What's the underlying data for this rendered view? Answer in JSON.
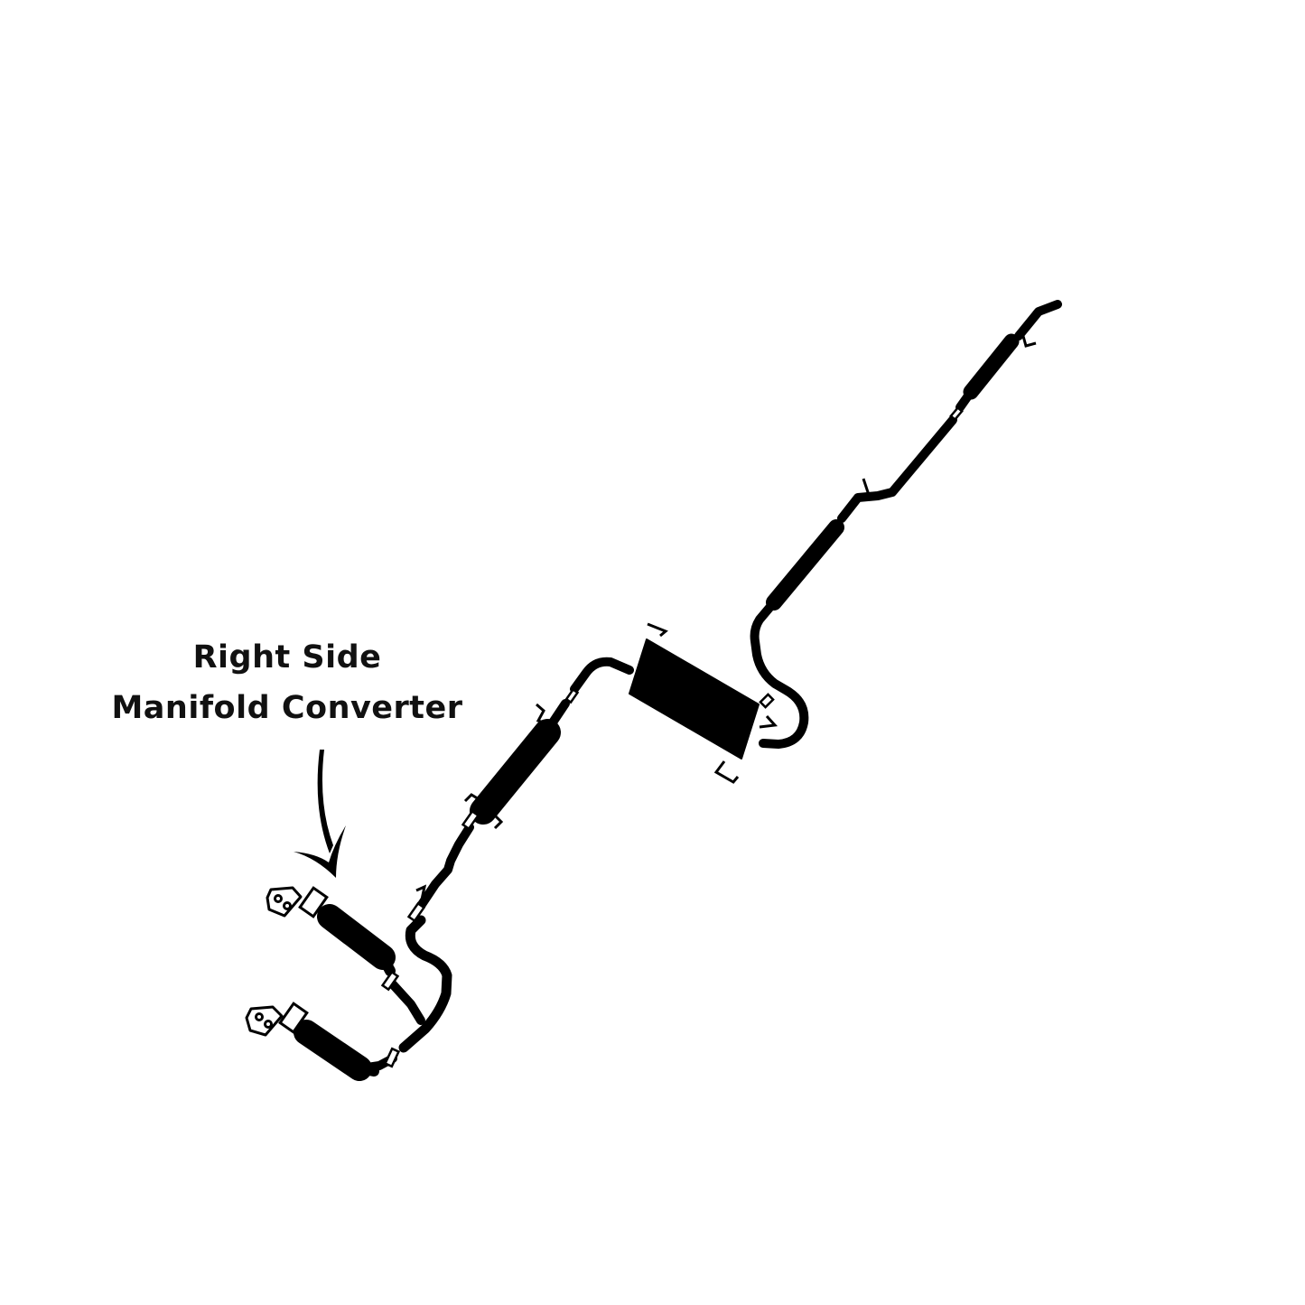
{
  "annotation": {
    "line1": "Right Side",
    "line2": "Manifold Converter"
  },
  "diagram": {
    "subject": "exhaust system",
    "highlighted_part": "right side manifold converter",
    "colors": {
      "ink": "#000000",
      "background": "#ffffff"
    },
    "icons": [
      "curved-arrow-icon",
      "manifold-flange-icon",
      "clamp-icon",
      "hanger-bracket-icon"
    ]
  }
}
